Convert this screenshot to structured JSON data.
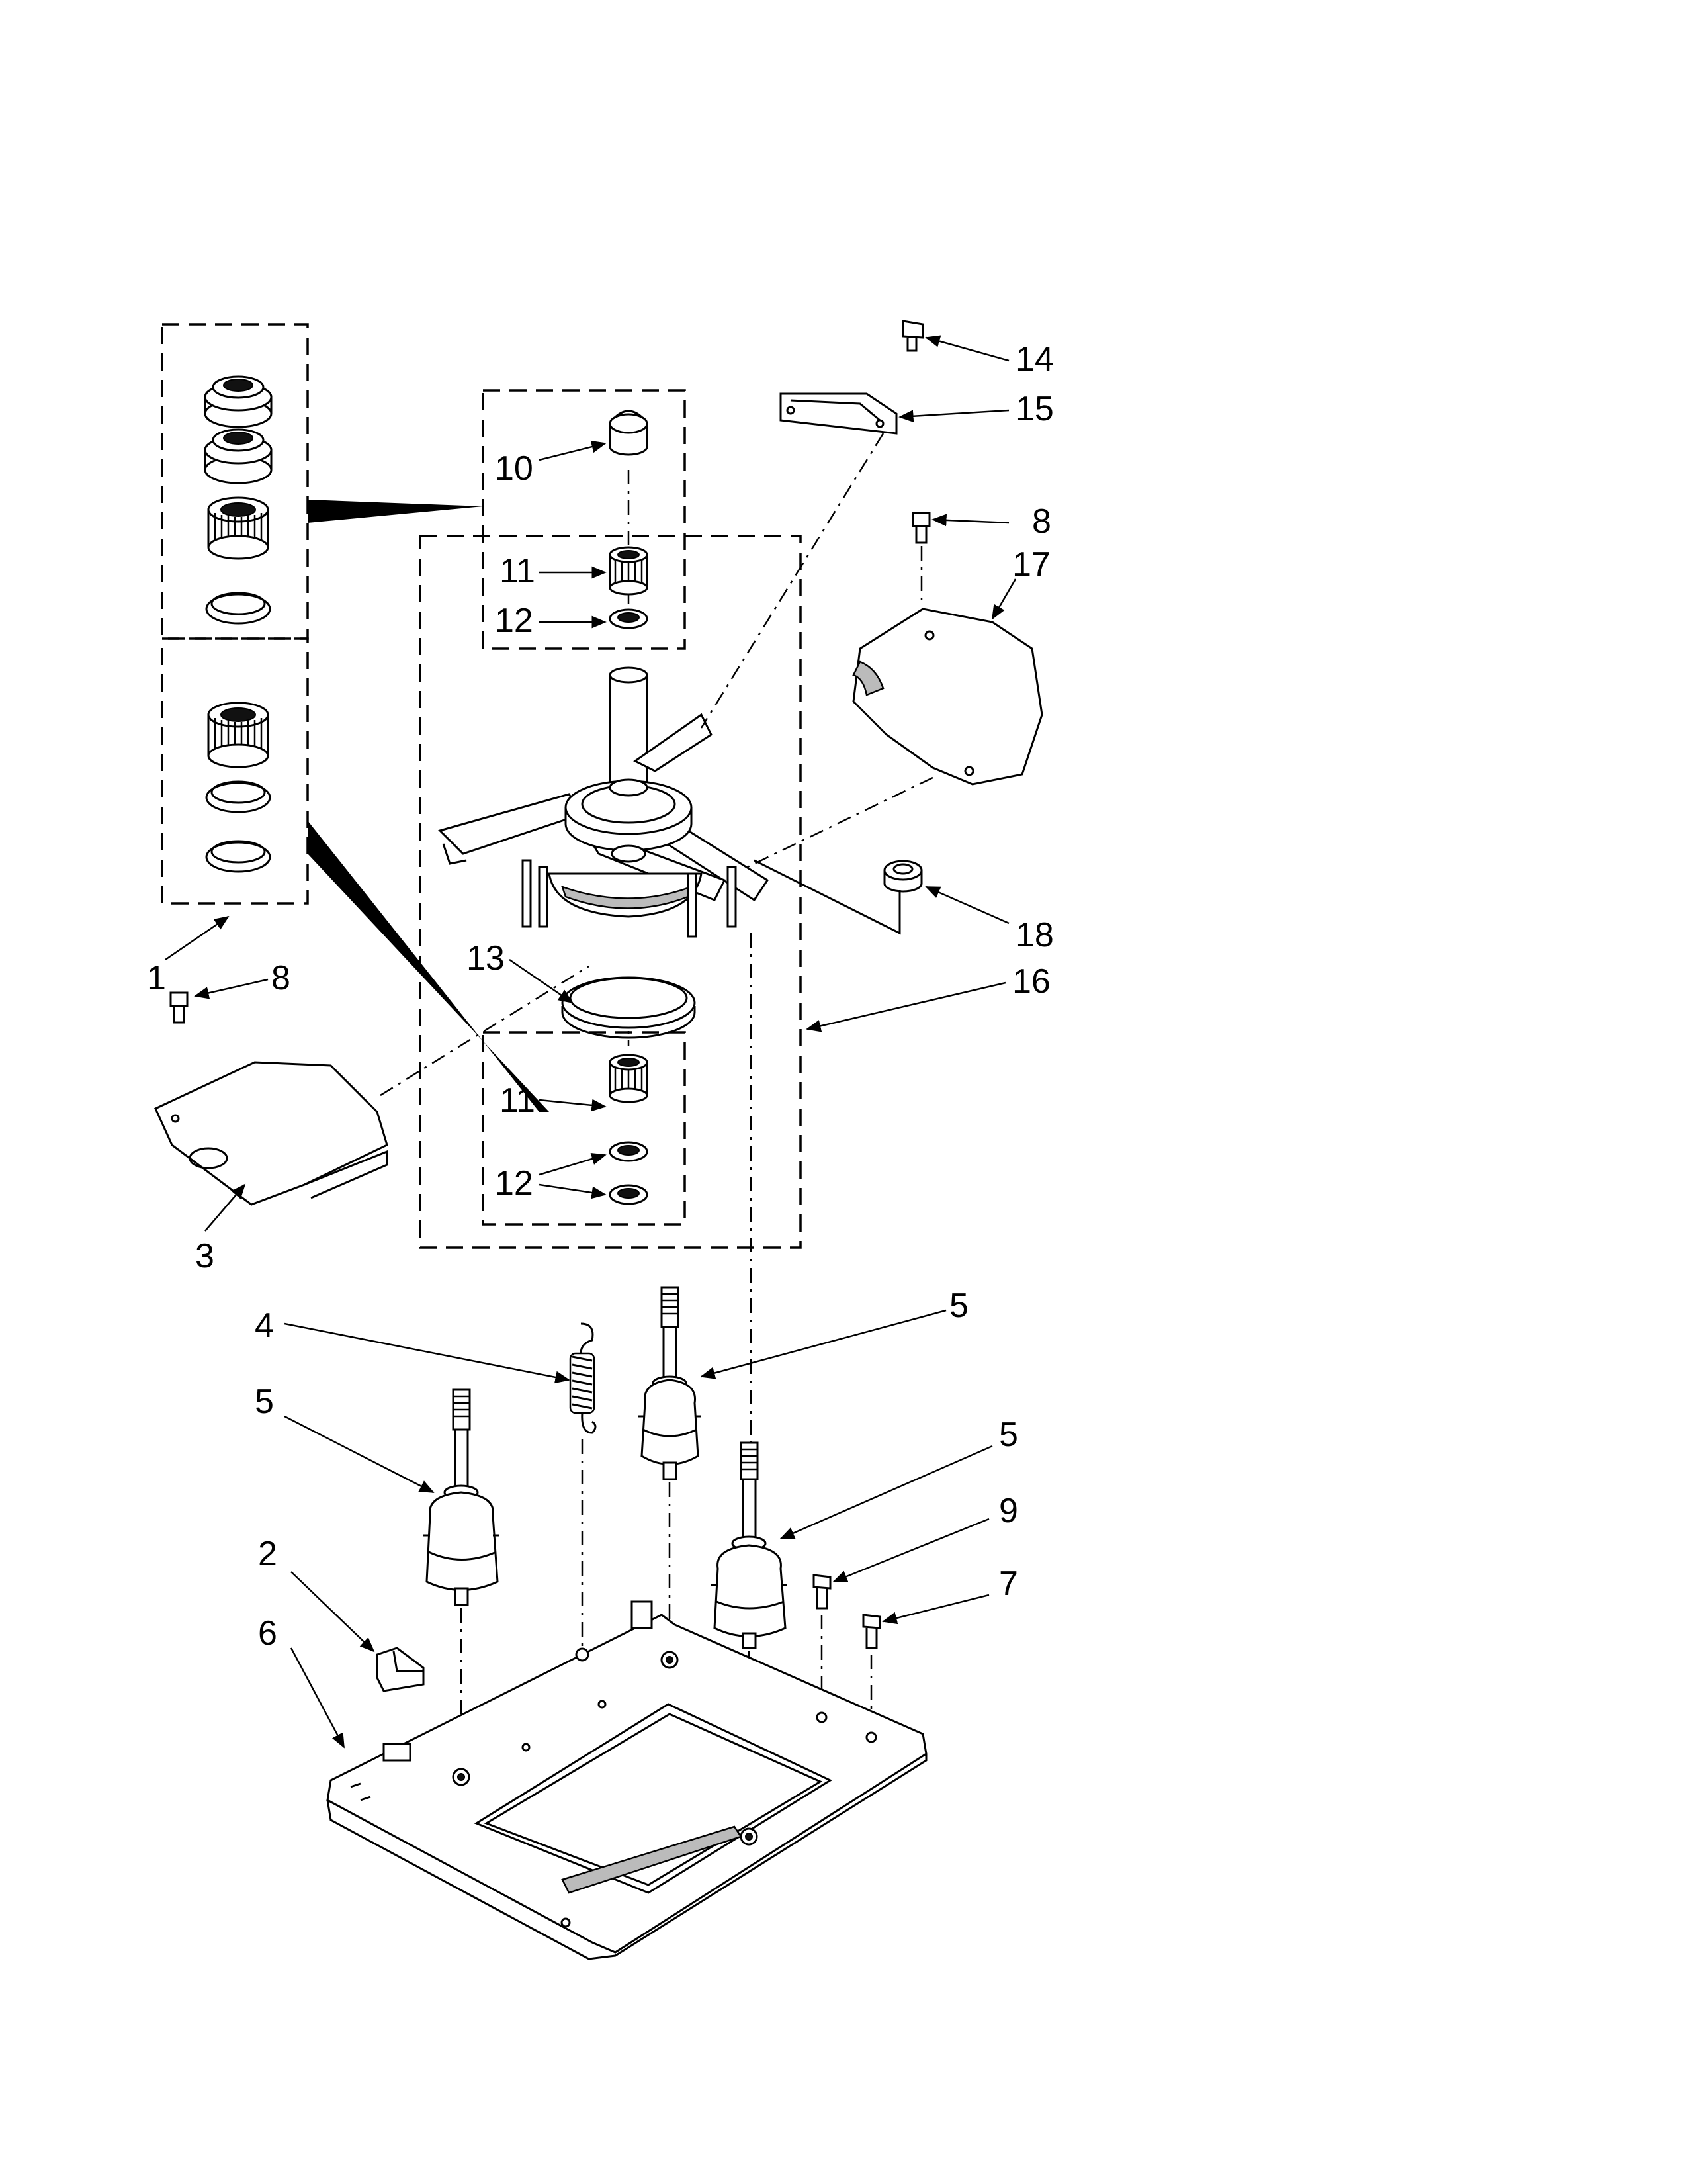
{
  "diagram": {
    "callouts": {
      "c1": "1",
      "c2": "2",
      "c3": "3",
      "c4": "4",
      "c5a": "5",
      "c5b": "5",
      "c5c": "5",
      "c6": "6",
      "c7": "7",
      "c8a": "8",
      "c8b": "8",
      "c9": "9",
      "c10": "10",
      "c11a": "11",
      "c11b": "11",
      "c12a": "12",
      "c12b": "12",
      "c13": "13",
      "c14": "14",
      "c15": "15",
      "c16": "16",
      "c17": "17",
      "c18": "18"
    }
  }
}
